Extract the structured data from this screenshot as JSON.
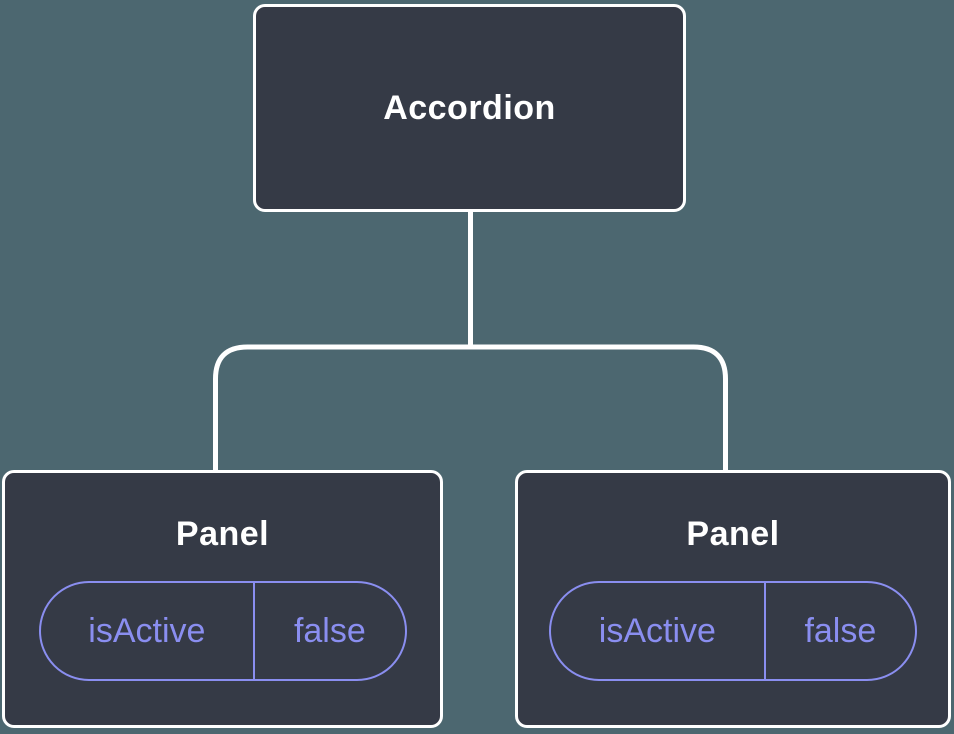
{
  "diagram": {
    "type": "component-tree",
    "root": {
      "label": "Accordion"
    },
    "panels": [
      {
        "label": "Panel",
        "state": {
          "name": "isActive",
          "value": "false"
        }
      },
      {
        "label": "Panel",
        "state": {
          "name": "isActive",
          "value": "false"
        }
      }
    ],
    "colors": {
      "background": "#4C6770",
      "node_fill": "#353A46",
      "node_border": "#FFFFFF",
      "connector": "#FFFFFF",
      "accent": "#8A8EF0",
      "text": "#FFFFFF"
    }
  }
}
